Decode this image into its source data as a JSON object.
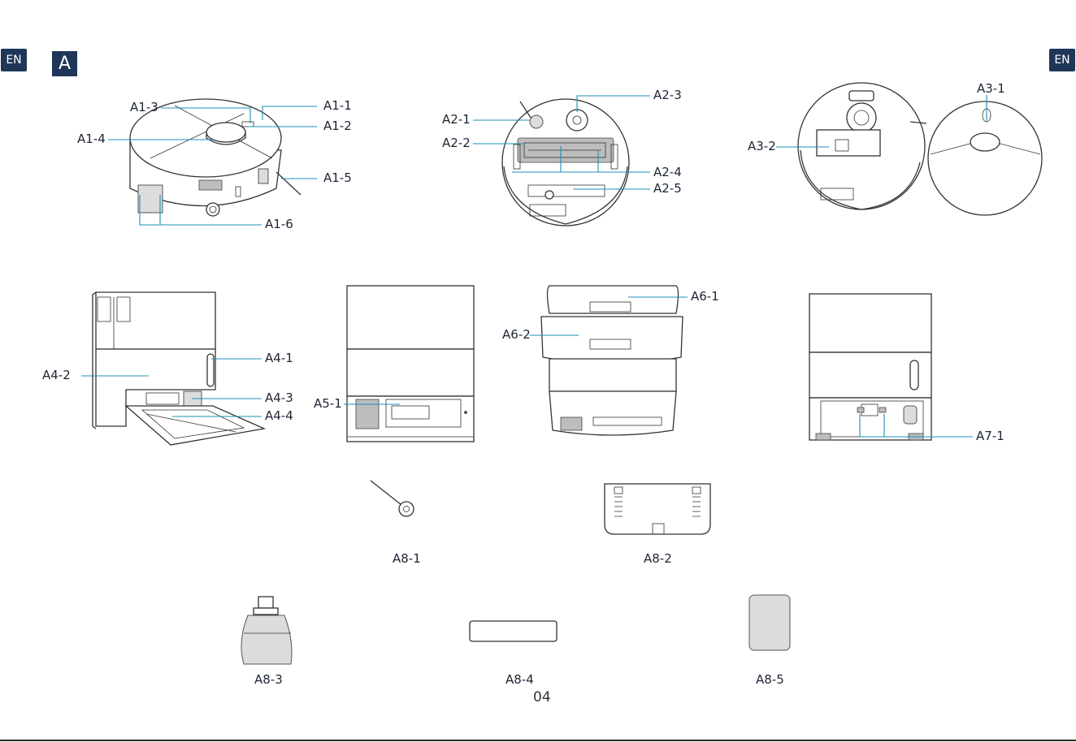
{
  "language_badge": "EN",
  "section_letter": "A",
  "page_number": "04",
  "labels": {
    "A1_1": "A1-1",
    "A1_2": "A1-2",
    "A1_3": "A1-3",
    "A1_4": "A1-4",
    "A1_5": "A1-5",
    "A1_6": "A1-6",
    "A2_1": "A2-1",
    "A2_2": "A2-2",
    "A2_3": "A2-3",
    "A2_4": "A2-4",
    "A2_5": "A2-5",
    "A3_1": "A3-1",
    "A3_2": "A3-2",
    "A4_1": "A4-1",
    "A4_2": "A4-2",
    "A4_3": "A4-3",
    "A4_4": "A4-4",
    "A5_1": "A5-1",
    "A6_1": "A6-1",
    "A6_2": "A6-2",
    "A7_1": "A7-1",
    "A8_1": "A8-1",
    "A8_2": "A8-2",
    "A8_3": "A8-3",
    "A8_4": "A8-4",
    "A8_5": "A8-5"
  },
  "colors": {
    "badge": "#1f3659",
    "leader_line": "#1c8fb8"
  }
}
